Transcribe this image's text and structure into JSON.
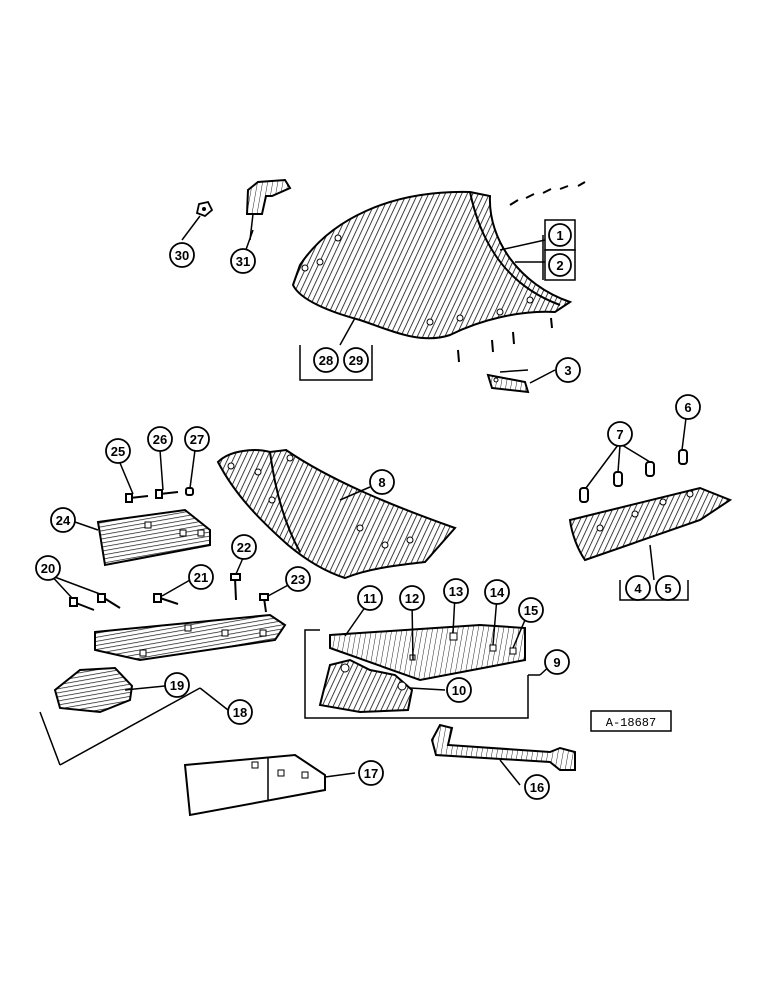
{
  "drawing_ref": "A-18687",
  "callouts": {
    "c1": "1",
    "c2": "2",
    "c3": "3",
    "c4": "4",
    "c5": "5",
    "c6": "6",
    "c7": "7",
    "c8": "8",
    "c9": "9",
    "c10": "10",
    "c11": "11",
    "c12": "12",
    "c13": "13",
    "c14": "14",
    "c15": "15",
    "c16": "16",
    "c17": "17",
    "c18": "18",
    "c19": "19",
    "c20": "20",
    "c21": "21",
    "c22": "22",
    "c23": "23",
    "c24": "24",
    "c25": "25",
    "c26": "26",
    "c27": "27",
    "c28": "28",
    "c29": "29",
    "c30": "30",
    "c31": "31"
  }
}
